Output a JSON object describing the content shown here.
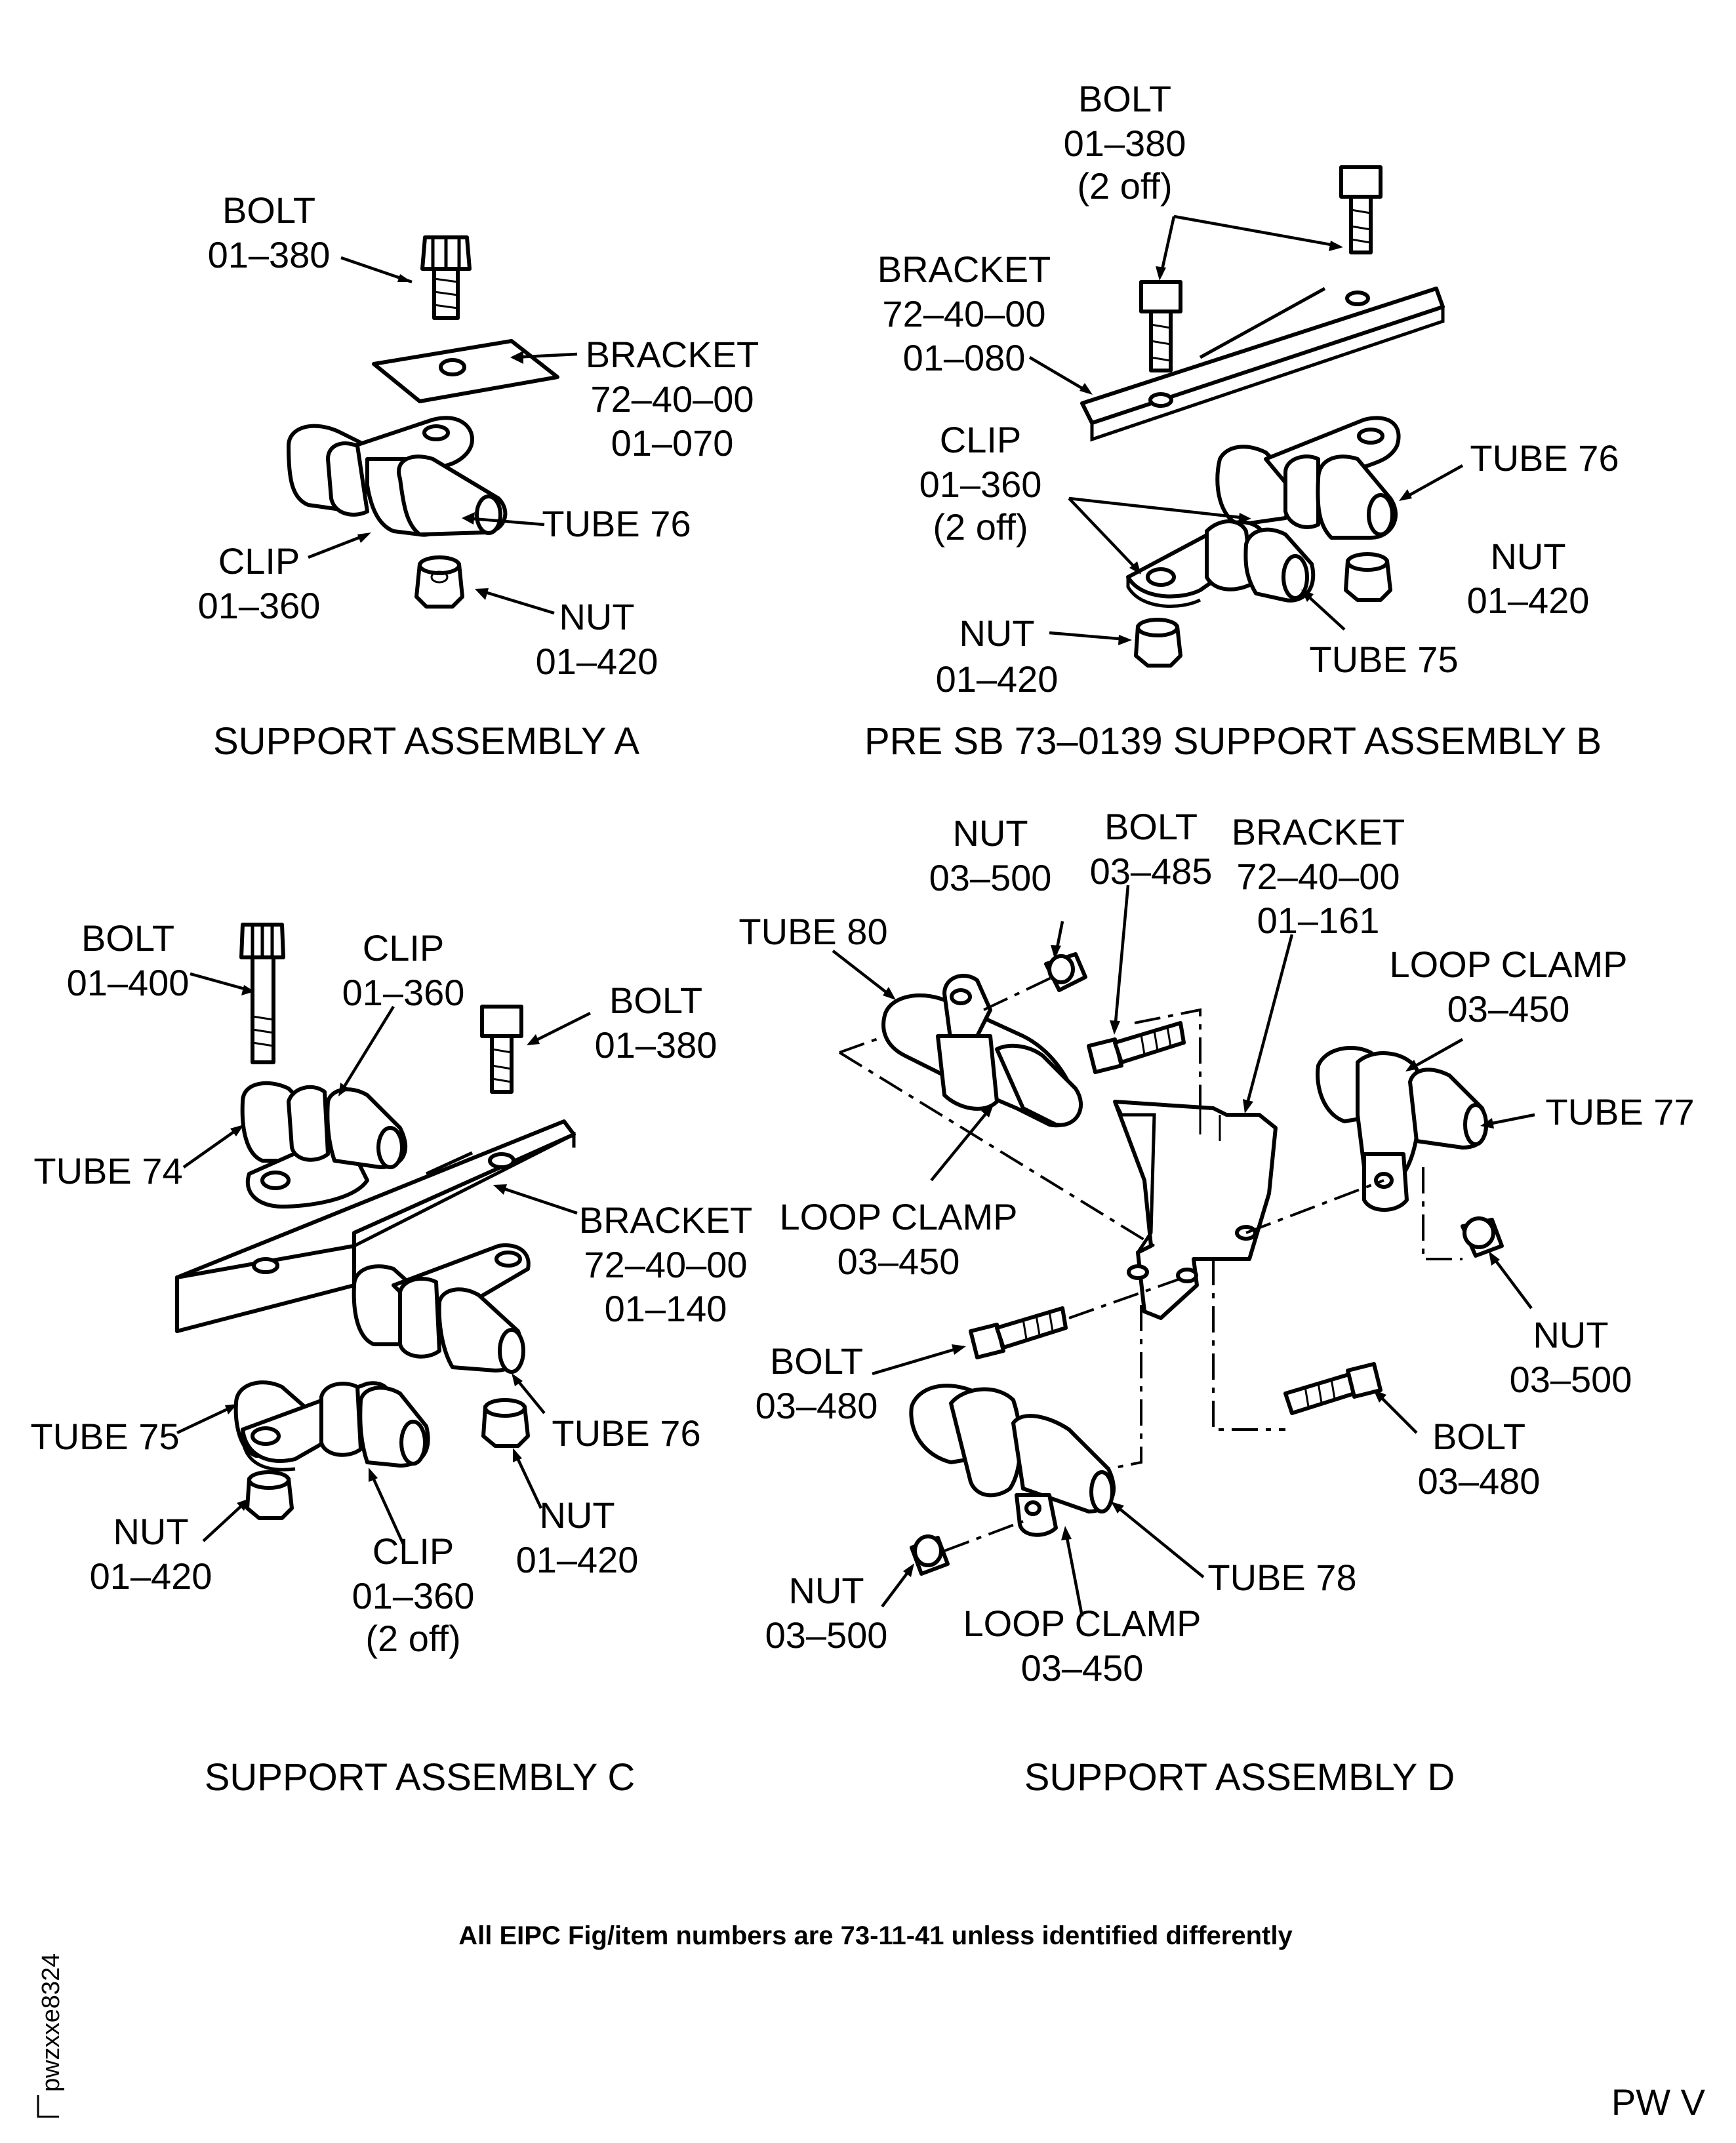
{
  "assembly_a": {
    "caption": "SUPPORT ASSEMBLY A",
    "bolt": [
      "BOLT",
      "01–380"
    ],
    "bracket": [
      "BRACKET",
      "72–40–00",
      "01–070"
    ],
    "tube": "TUBE 76",
    "clip": [
      "CLIP",
      "01–360"
    ],
    "nut": [
      "NUT",
      "01–420"
    ]
  },
  "assembly_b": {
    "caption": "PRE SB 73–0139 SUPPORT ASSEMBLY B",
    "bolt": [
      "BOLT",
      "01–380",
      "(2 off)"
    ],
    "bracket": [
      "BRACKET",
      "72–40–00",
      "01–080"
    ],
    "clip": [
      "CLIP",
      "01–360",
      "(2 off)"
    ],
    "tube76": "TUBE 76",
    "nut_right": [
      "NUT",
      "01–420"
    ],
    "nut_left": [
      "NUT",
      "01–420"
    ],
    "tube75": "TUBE 75"
  },
  "assembly_c": {
    "caption": "SUPPORT ASSEMBLY C",
    "bolt400": [
      "BOLT",
      "01–400"
    ],
    "clip_top": [
      "CLIP",
      "01–360"
    ],
    "bolt380": [
      "BOLT",
      "01–380"
    ],
    "tube74": "TUBE 74",
    "bracket": [
      "BRACKET",
      "72–40–00",
      "01–140"
    ],
    "tube75": "TUBE 75",
    "tube76": "TUBE 76",
    "nut_left": [
      "NUT",
      "01–420"
    ],
    "clip_bottom": [
      "CLIP",
      "01–360",
      "(2 off)"
    ],
    "nut_right": [
      "NUT",
      "01–420"
    ]
  },
  "assembly_d": {
    "caption": "SUPPORT ASSEMBLY D",
    "nut_top": [
      "NUT",
      "03–500"
    ],
    "bolt485": [
      "BOLT",
      "03–485"
    ],
    "bracket": [
      "BRACKET",
      "72–40–00",
      "01–161"
    ],
    "tube80": "TUBE 80",
    "loop_clamp_right": [
      "LOOP CLAMP",
      "03–450"
    ],
    "tube77": "TUBE 77",
    "loop_clamp_mid": [
      "LOOP CLAMP",
      "03–450"
    ],
    "nut_right": [
      "NUT",
      "03–500"
    ],
    "bolt_left": [
      "BOLT",
      "03–480"
    ],
    "bolt_right": [
      "BOLT",
      "03–480"
    ],
    "tube78": "TUBE 78",
    "nut_bottom": [
      "NUT",
      "03–500"
    ],
    "loop_clamp_bottom": [
      "LOOP CLAMP",
      "03–450"
    ]
  },
  "footnote": "All EIPC Fig/item numbers are 73-11-41  unless identified differently",
  "side_code": "pwzxxe8324",
  "page_code": "PW V"
}
